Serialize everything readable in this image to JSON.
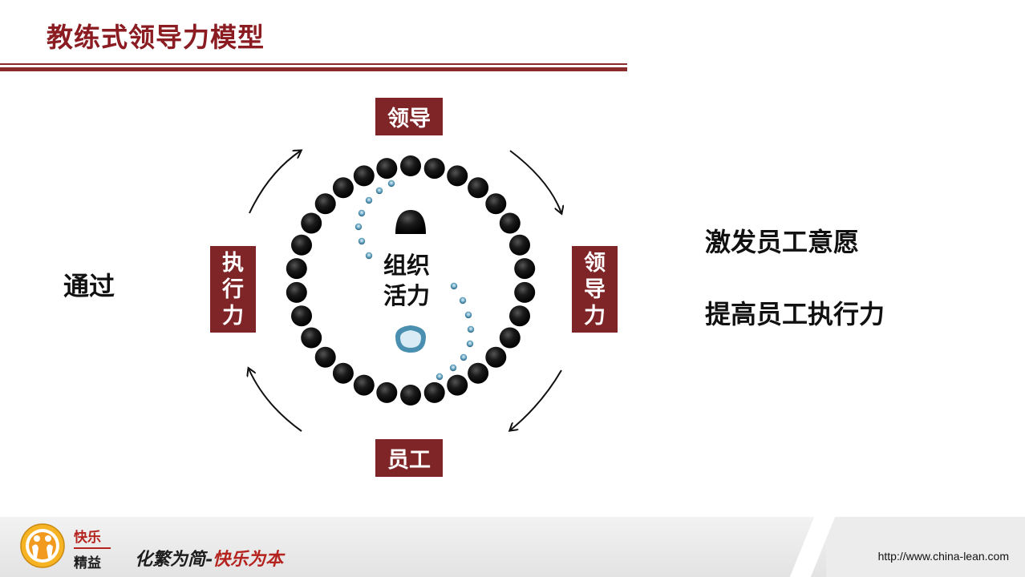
{
  "title": "教练式领导力模型",
  "labels": {
    "top": "领导",
    "right": [
      "领",
      "导",
      "力"
    ],
    "bottom": "员工",
    "left": [
      "执",
      "行",
      "力"
    ]
  },
  "center": {
    "line1": "组织",
    "line2": "活力"
  },
  "left_text": "通过",
  "right_texts": [
    "激发员工意愿",
    "提高员工执行力"
  ],
  "footer": {
    "brand_top": "快乐",
    "brand_bottom": "精益",
    "slogan_part1": "化繁为简",
    "slogan_sep": "-",
    "slogan_part2": "快乐为本",
    "url": "http://www.china-lean.com"
  },
  "colors": {
    "title": "#8a1c22",
    "label_bg": "#7f2527",
    "bead": "#111111",
    "swirl": "#4a8fb0"
  },
  "icons": [
    "arrow-top-right",
    "arrow-bottom-right",
    "arrow-bottom-left",
    "arrow-top-left",
    "bead-ring",
    "yin-yang-swirl",
    "logo-emblem"
  ]
}
